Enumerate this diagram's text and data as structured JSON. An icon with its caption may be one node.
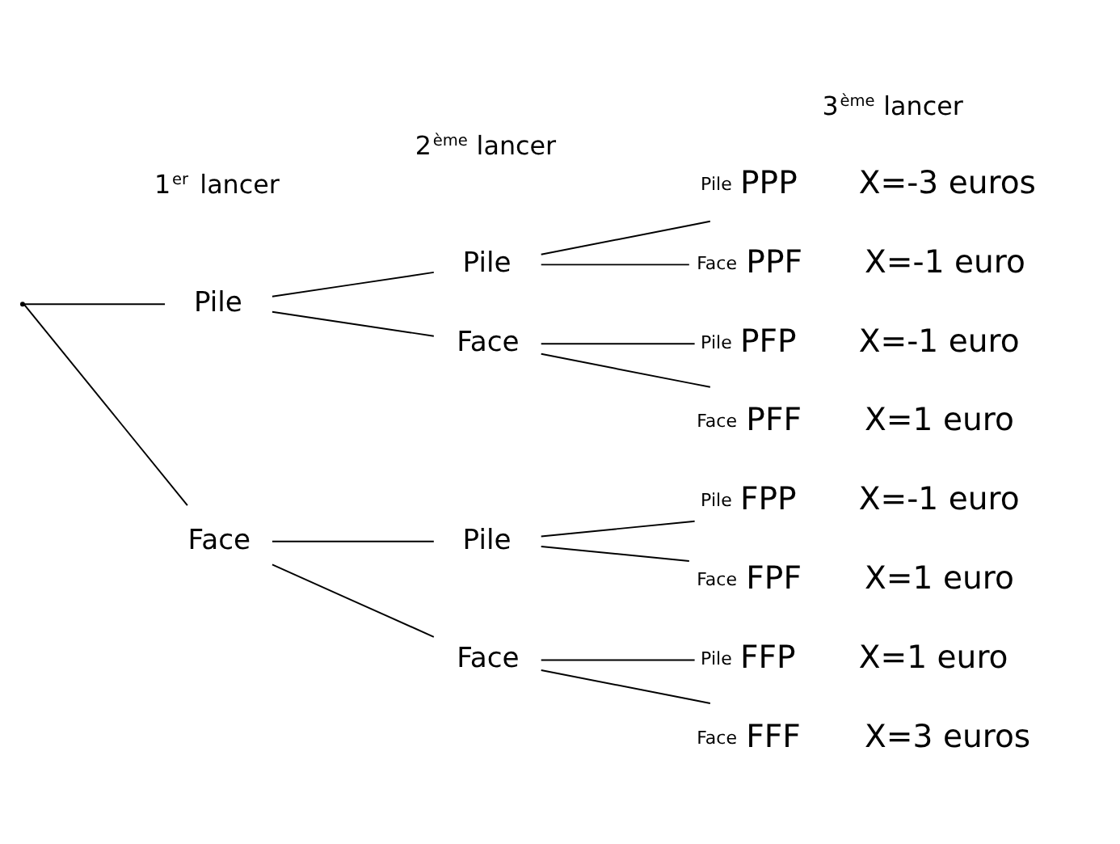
{
  "diagram": {
    "nodes": [
      {
        "text": [],
        "shape": "point"
      },
      {
        "text": [
          "Pile"
        ]
      },
      {
        "text": [
          "Face"
        ]
      },
      {
        "text": [
          "Pile"
        ]
      },
      {
        "text": [
          "Face"
        ]
      },
      {
        "text": [
          "Pile"
        ]
      },
      {
        "text": [
          "Face"
        ]
      },
      {
        "text": [
          "Pile"
        ],
        "beside": [
          "PPP",
          "X=-3 euros"
        ]
      },
      {
        "text": [
          "Face"
        ],
        "beside": [
          "PPF",
          "X=-1 euro"
        ]
      },
      {
        "text": [
          "Pile"
        ],
        "beside": [
          "PFP",
          "X=-1 euro"
        ]
      },
      {
        "text": [
          "Face"
        ],
        "beside": [
          "PFF",
          "X=1 euro"
        ]
      },
      {
        "text": [
          "Pile"
        ],
        "beside": [
          "FPP",
          "X=-1 euro"
        ]
      },
      {
        "text": [
          "Face"
        ],
        "beside": [
          "FPF",
          "X=1 euro"
        ]
      },
      {
        "text": [
          "Pile"
        ],
        "beside": [
          "FFP",
          "X=1 euro"
        ]
      },
      {
        "text": [
          "Face"
        ],
        "beside": [
          "FFF",
          "X=3 euros"
        ]
      }
    ],
    "edges": [
      {
        "from": 0,
        "to": 1,
        "arrow": "none"
      },
      {
        "from": 0,
        "to": 2,
        "arrow": "none"
      },
      {
        "from": 1,
        "to": 3,
        "arrow": "none"
      },
      {
        "from": 1,
        "to": 4,
        "arrow": "none"
      },
      {
        "from": 2,
        "to": 5,
        "arrow": "none"
      },
      {
        "from": 2,
        "to": 6,
        "arrow": "none"
      },
      {
        "from": 3,
        "to": 7,
        "arrow": "none"
      },
      {
        "from": 3,
        "to": 8,
        "arrow": "none"
      },
      {
        "from": 4,
        "to": 9,
        "arrow": "none"
      },
      {
        "from": 4,
        "to": 10,
        "arrow": "none"
      },
      {
        "from": 5,
        "to": 11,
        "arrow": "none"
      },
      {
        "from": 5,
        "to": 12,
        "arrow": "none"
      },
      {
        "from": 6,
        "to": 13,
        "arrow": "none"
      },
      {
        "from": 6,
        "to": 14,
        "arrow": "none"
      }
    ],
    "labels": [
      "1$^{er}$ lancer",
      "2$^{ème}$ lancer",
      "3$^{ème}$ lancer"
    ]
  }
}
